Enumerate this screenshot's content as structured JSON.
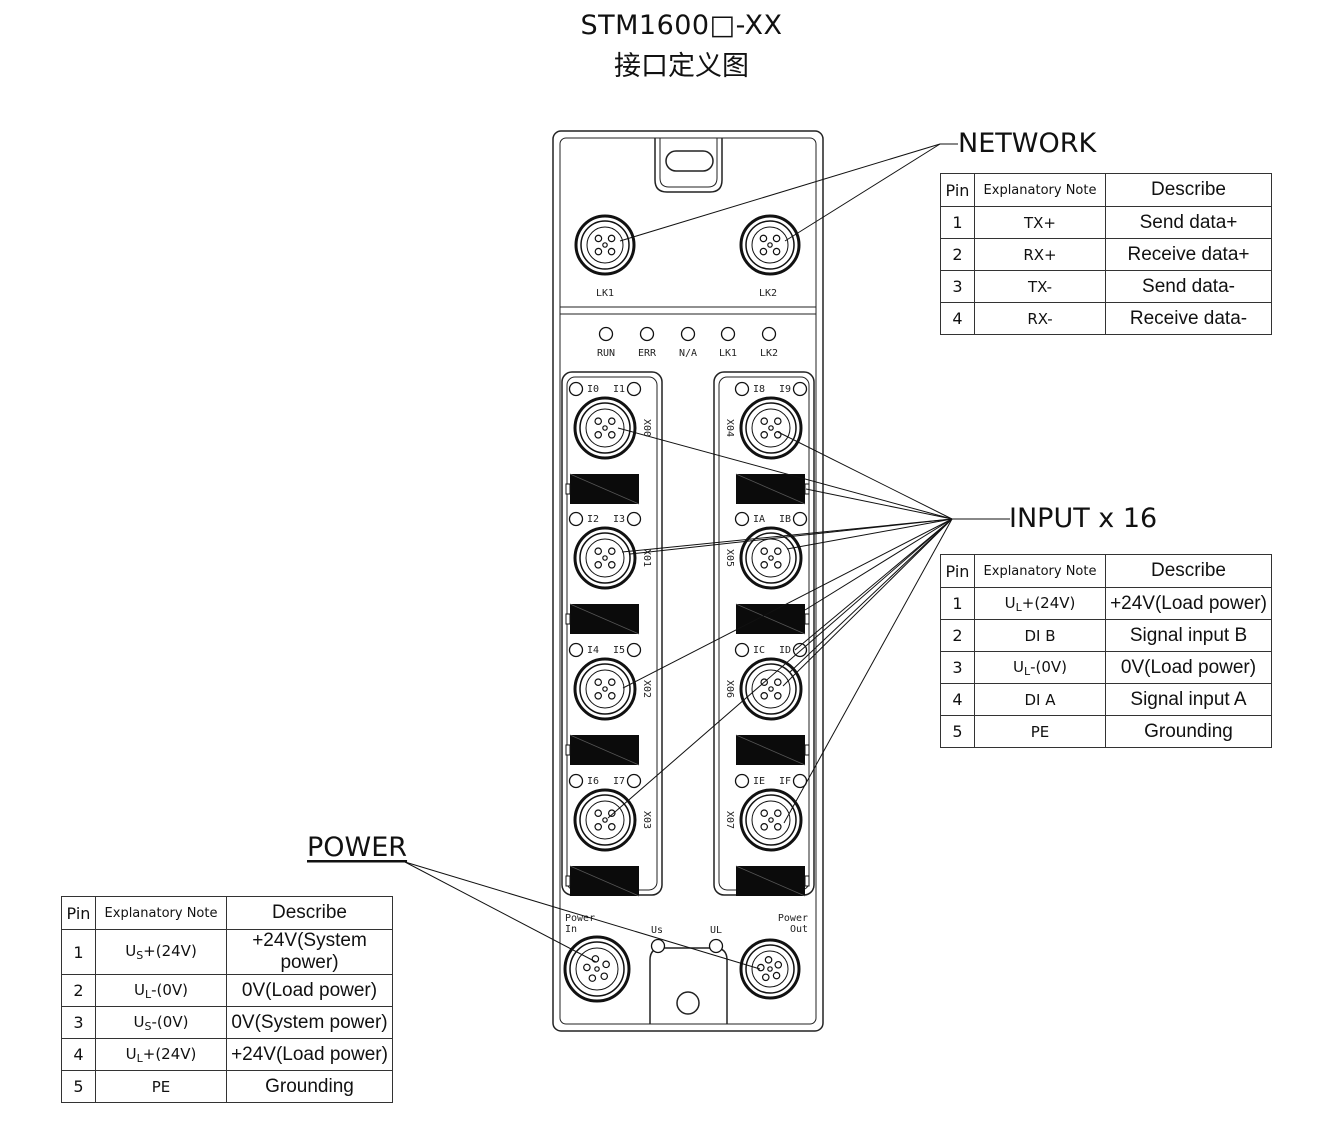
{
  "title": {
    "model": "STM1600□-XX",
    "subtitle": "接口定义图"
  },
  "device": {
    "network_ports": [
      "LK1",
      "LK2"
    ],
    "leds": [
      "RUN",
      "ERR",
      "N/A",
      "LK1",
      "LK2"
    ],
    "input_ports": [
      {
        "id": "X00",
        "leds": [
          "I0",
          "I1"
        ]
      },
      {
        "id": "X01",
        "leds": [
          "I2",
          "I3"
        ]
      },
      {
        "id": "X02",
        "leds": [
          "I4",
          "I5"
        ]
      },
      {
        "id": "X03",
        "leds": [
          "I6",
          "I7"
        ]
      },
      {
        "id": "X04",
        "leds": [
          "I8",
          "I9"
        ]
      },
      {
        "id": "X05",
        "leds": [
          "IA",
          "IB"
        ]
      },
      {
        "id": "X06",
        "leds": [
          "IC",
          "ID"
        ]
      },
      {
        "id": "X07",
        "leds": [
          "IE",
          "IF"
        ]
      }
    ],
    "power_in_label": [
      "Power",
      "In"
    ],
    "power_out_label": [
      "Power",
      "Out"
    ],
    "power_leds": [
      "Us",
      "UL"
    ]
  },
  "network": {
    "label": "NETWORK",
    "headers": {
      "pin": "Pin",
      "note": "Explanatory Note",
      "desc": "Describe"
    },
    "rows": [
      {
        "pin": "1",
        "note": "TX+",
        "desc": "Send data+"
      },
      {
        "pin": "2",
        "note": "RX+",
        "desc": "Receive data+"
      },
      {
        "pin": "3",
        "note": "TX-",
        "desc": "Send data-"
      },
      {
        "pin": "4",
        "note": "RX-",
        "desc": "Receive data-"
      }
    ]
  },
  "input": {
    "label": "INPUT x 16",
    "headers": {
      "pin": "Pin",
      "note": "Explanatory Note",
      "desc": "Describe"
    },
    "rows": [
      {
        "pin": "1",
        "note_main": "U",
        "note_sub": "L",
        "note_tail": "+(24V)",
        "desc": "+24V(Load power)"
      },
      {
        "pin": "2",
        "note_main": "DI B",
        "note_sub": "",
        "note_tail": "",
        "desc": "Signal input B"
      },
      {
        "pin": "3",
        "note_main": "U",
        "note_sub": "L",
        "note_tail": "-(0V)",
        "desc": "0V(Load power)"
      },
      {
        "pin": "4",
        "note_main": "DI A",
        "note_sub": "",
        "note_tail": "",
        "desc": "Signal input A"
      },
      {
        "pin": "5",
        "note_main": "PE",
        "note_sub": "",
        "note_tail": "",
        "desc": "Grounding"
      }
    ]
  },
  "power": {
    "label": "POWER",
    "headers": {
      "pin": "Pin",
      "note": "Explanatory Note",
      "desc": "Describe"
    },
    "rows": [
      {
        "pin": "1",
        "note_main": "U",
        "note_sub": "S",
        "note_tail": "+(24V)",
        "desc": "+24V(System power)"
      },
      {
        "pin": "2",
        "note_main": "U",
        "note_sub": "L",
        "note_tail": "-(0V)",
        "desc": "0V(Load power)"
      },
      {
        "pin": "3",
        "note_main": "U",
        "note_sub": "S",
        "note_tail": "-(0V)",
        "desc": "0V(System power)"
      },
      {
        "pin": "4",
        "note_main": "U",
        "note_sub": "L",
        "note_tail": "+(24V)",
        "desc": "+24V(Load power)"
      },
      {
        "pin": "5",
        "note_main": "PE",
        "note_sub": "",
        "note_tail": "",
        "desc": "Grounding"
      }
    ]
  }
}
